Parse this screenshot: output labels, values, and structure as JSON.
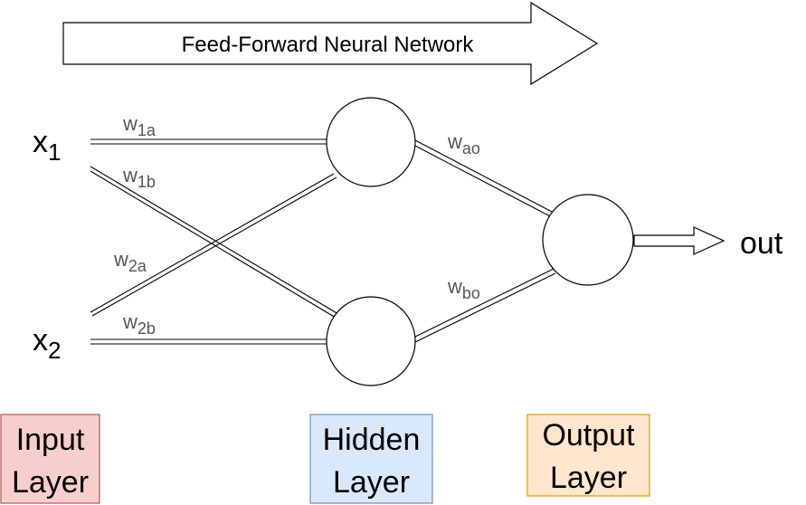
{
  "banner": {
    "label": "Feed-Forward Neural Network"
  },
  "inputs": [
    {
      "base": "x",
      "sub": "1"
    },
    {
      "base": "x",
      "sub": "2"
    }
  ],
  "weights": {
    "w1a": {
      "base": "w",
      "sub": "1a"
    },
    "w1b": {
      "base": "w",
      "sub": "1b"
    },
    "w2a": {
      "base": "w",
      "sub": "2a"
    },
    "w2b": {
      "base": "w",
      "sub": "2b"
    },
    "wao": {
      "base": "w",
      "sub": "ao"
    },
    "wbo": {
      "base": "w",
      "sub": "bo"
    }
  },
  "output": {
    "label": "out"
  },
  "layers": {
    "input": {
      "line1": "Input",
      "line2": "Layer",
      "fill": "#f8cecc",
      "stroke": "#b85450"
    },
    "hidden": {
      "line1": "Hidden",
      "line2": "Layer",
      "fill": "#dae8fc",
      "stroke": "#6c8ebf"
    },
    "output": {
      "line1": "Output",
      "line2": "Layer",
      "fill": "#ffe6cc",
      "stroke": "#d79b00"
    }
  }
}
